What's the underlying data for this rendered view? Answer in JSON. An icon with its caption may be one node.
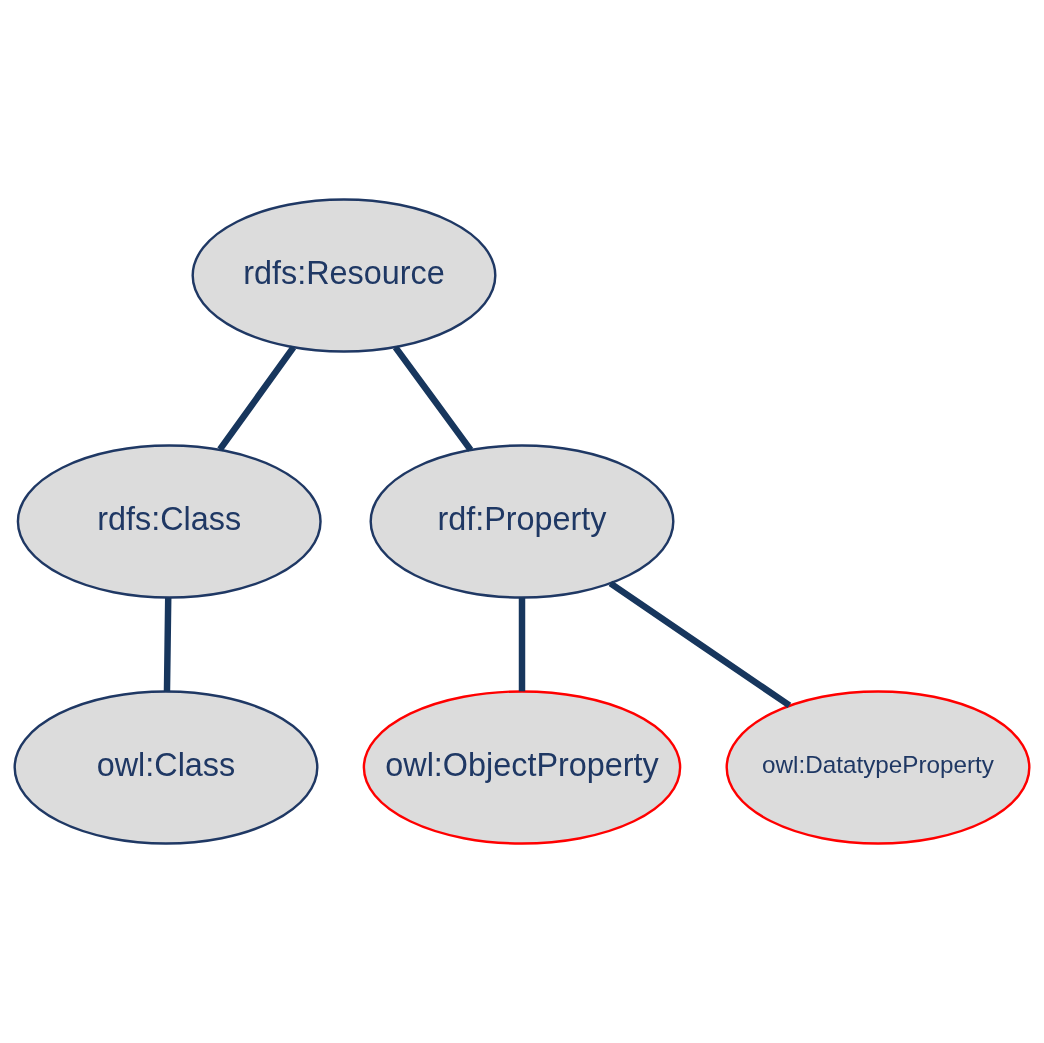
{
  "diagram": {
    "nodes": [
      {
        "text": [
          "rdfs:Resource"
        ]
      },
      {
        "text": [
          "rdfs:Class"
        ]
      },
      {
        "text": [
          "rdf:Property"
        ]
      },
      {
        "text": [
          "owl:Class"
        ]
      },
      {
        "text": [
          "owl:ObjectProperty"
        ]
      },
      {
        "text": [
          "owl:DatatypeProperty"
        ]
      }
    ],
    "edges": [
      {
        "from": 0,
        "to": 1,
        "arrow": "none"
      },
      {
        "from": 0,
        "to": 2,
        "arrow": "none"
      },
      {
        "from": 1,
        "to": 3,
        "arrow": "none"
      },
      {
        "from": 2,
        "to": 4,
        "arrow": "none"
      },
      {
        "from": 2,
        "to": 5,
        "arrow": "none"
      }
    ]
  }
}
